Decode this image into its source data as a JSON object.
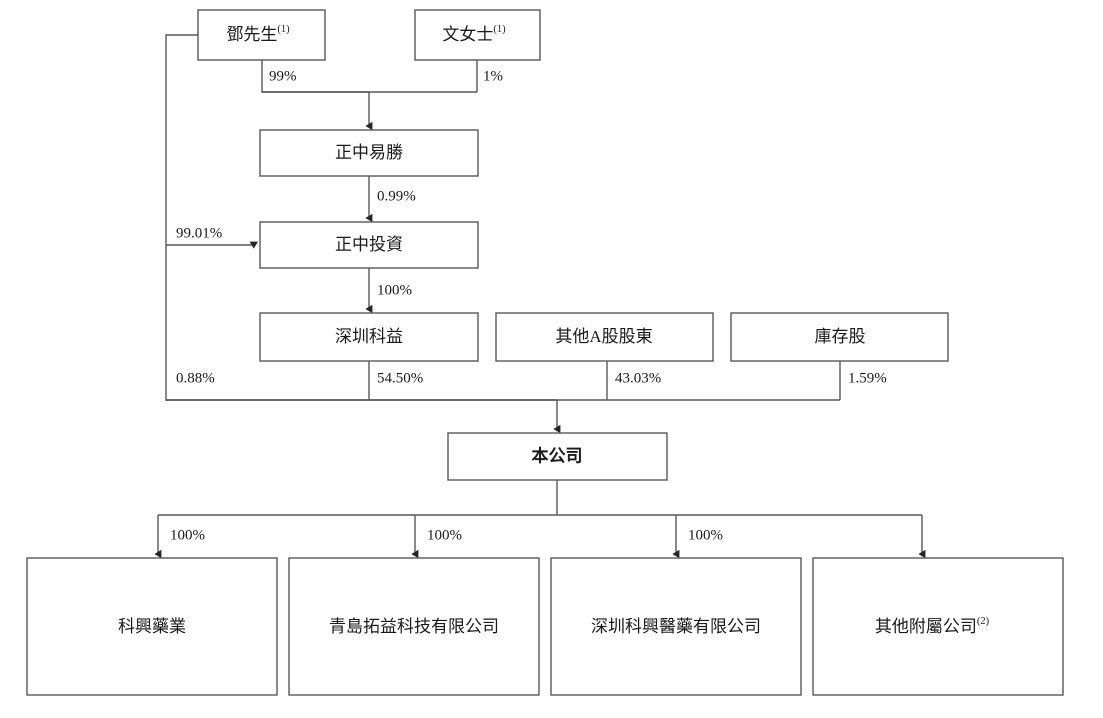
{
  "chart_data": {
    "type": "diagram",
    "subtype": "shareholding-structure-org-chart",
    "title": "",
    "language": "zh-Hant",
    "nodes": [
      {
        "id": "deng",
        "label": "鄧先生",
        "sup": "(1)",
        "bold": false
      },
      {
        "id": "wen",
        "label": "文女士",
        "sup": "(1)",
        "bold": false
      },
      {
        "id": "zzys",
        "label": "正中易勝",
        "sup": "",
        "bold": false
      },
      {
        "id": "zztz",
        "label": "正中投資",
        "sup": "",
        "bold": false
      },
      {
        "id": "szky",
        "label": "深圳科益",
        "sup": "",
        "bold": false
      },
      {
        "id": "othera",
        "label": "其他A股股東",
        "sup": "",
        "bold": false
      },
      {
        "id": "treasury",
        "label": "庫存股",
        "sup": "",
        "bold": false
      },
      {
        "id": "company",
        "label": "本公司",
        "sup": "",
        "bold": true
      },
      {
        "id": "kxyy",
        "label": "科興藥業",
        "sup": "",
        "bold": false
      },
      {
        "id": "qdty",
        "label": "青島拓益科技有限公司",
        "sup": "",
        "bold": false
      },
      {
        "id": "szkxyy",
        "label": "深圳科興醫藥有限公司",
        "sup": "",
        "bold": false
      },
      {
        "id": "othersubs",
        "label": "其他附屬公司",
        "sup": "(2)",
        "bold": false
      }
    ],
    "edges": [
      {
        "id": "e1",
        "from": "deng",
        "to": "zzys",
        "label": "99%"
      },
      {
        "id": "e2",
        "from": "wen",
        "to": "zzys",
        "label": "1%"
      },
      {
        "id": "e3",
        "from": "zzys",
        "to": "zztz",
        "label": "0.99%"
      },
      {
        "id": "e4",
        "from": "deng",
        "to": "zztz",
        "label": "99.01%"
      },
      {
        "id": "e5",
        "from": "zztz",
        "to": "szky",
        "label": "100%"
      },
      {
        "id": "e6",
        "from": "deng",
        "to": "company",
        "label": "0.88%"
      },
      {
        "id": "e7",
        "from": "szky",
        "to": "company",
        "label": "54.50%"
      },
      {
        "id": "e8",
        "from": "othera",
        "to": "company",
        "label": "43.03%"
      },
      {
        "id": "e9",
        "from": "treasury",
        "to": "company",
        "label": "1.59%"
      },
      {
        "id": "e10",
        "from": "company",
        "to": "kxyy",
        "label": "100%"
      },
      {
        "id": "e11",
        "from": "company",
        "to": "qdty",
        "label": "100%"
      },
      {
        "id": "e12",
        "from": "company",
        "to": "szkxyy",
        "label": "100%"
      },
      {
        "id": "e13",
        "from": "company",
        "to": "othersubs",
        "label": ""
      }
    ],
    "colors": {
      "box_stroke": "#58585a",
      "box_fill": "#ffffff",
      "line": "#58585a",
      "text": "#1a1a1a",
      "background": "#ffffff"
    }
  },
  "labels": {
    "deng": "鄧先生",
    "deng_sup": "(1)",
    "wen": "文女士",
    "wen_sup": "(1)",
    "zzys": "正中易勝",
    "zztz": "正中投資",
    "szky": "深圳科益",
    "othera": "其他A股股東",
    "treasury": "庫存股",
    "company": "本公司",
    "kxyy": "科興藥業",
    "qdty": "青島拓益科技有限公司",
    "szkxyy": "深圳科興醫藥有限公司",
    "othersubs": "其他附屬公司",
    "othersubs_sup": "(2)"
  },
  "percentages": {
    "deng_to_zzys": "99%",
    "wen_to_zzys": "1%",
    "zzys_to_zztz": "0.99%",
    "deng_to_zztz": "99.01%",
    "zztz_to_szky": "100%",
    "deng_to_company": "0.88%",
    "szky_to_company": "54.50%",
    "othera_to_company": "43.03%",
    "treasury_to_company": "1.59%",
    "company_to_kxyy": "100%",
    "company_to_qdty": "100%",
    "company_to_szkxyy": "100%"
  }
}
